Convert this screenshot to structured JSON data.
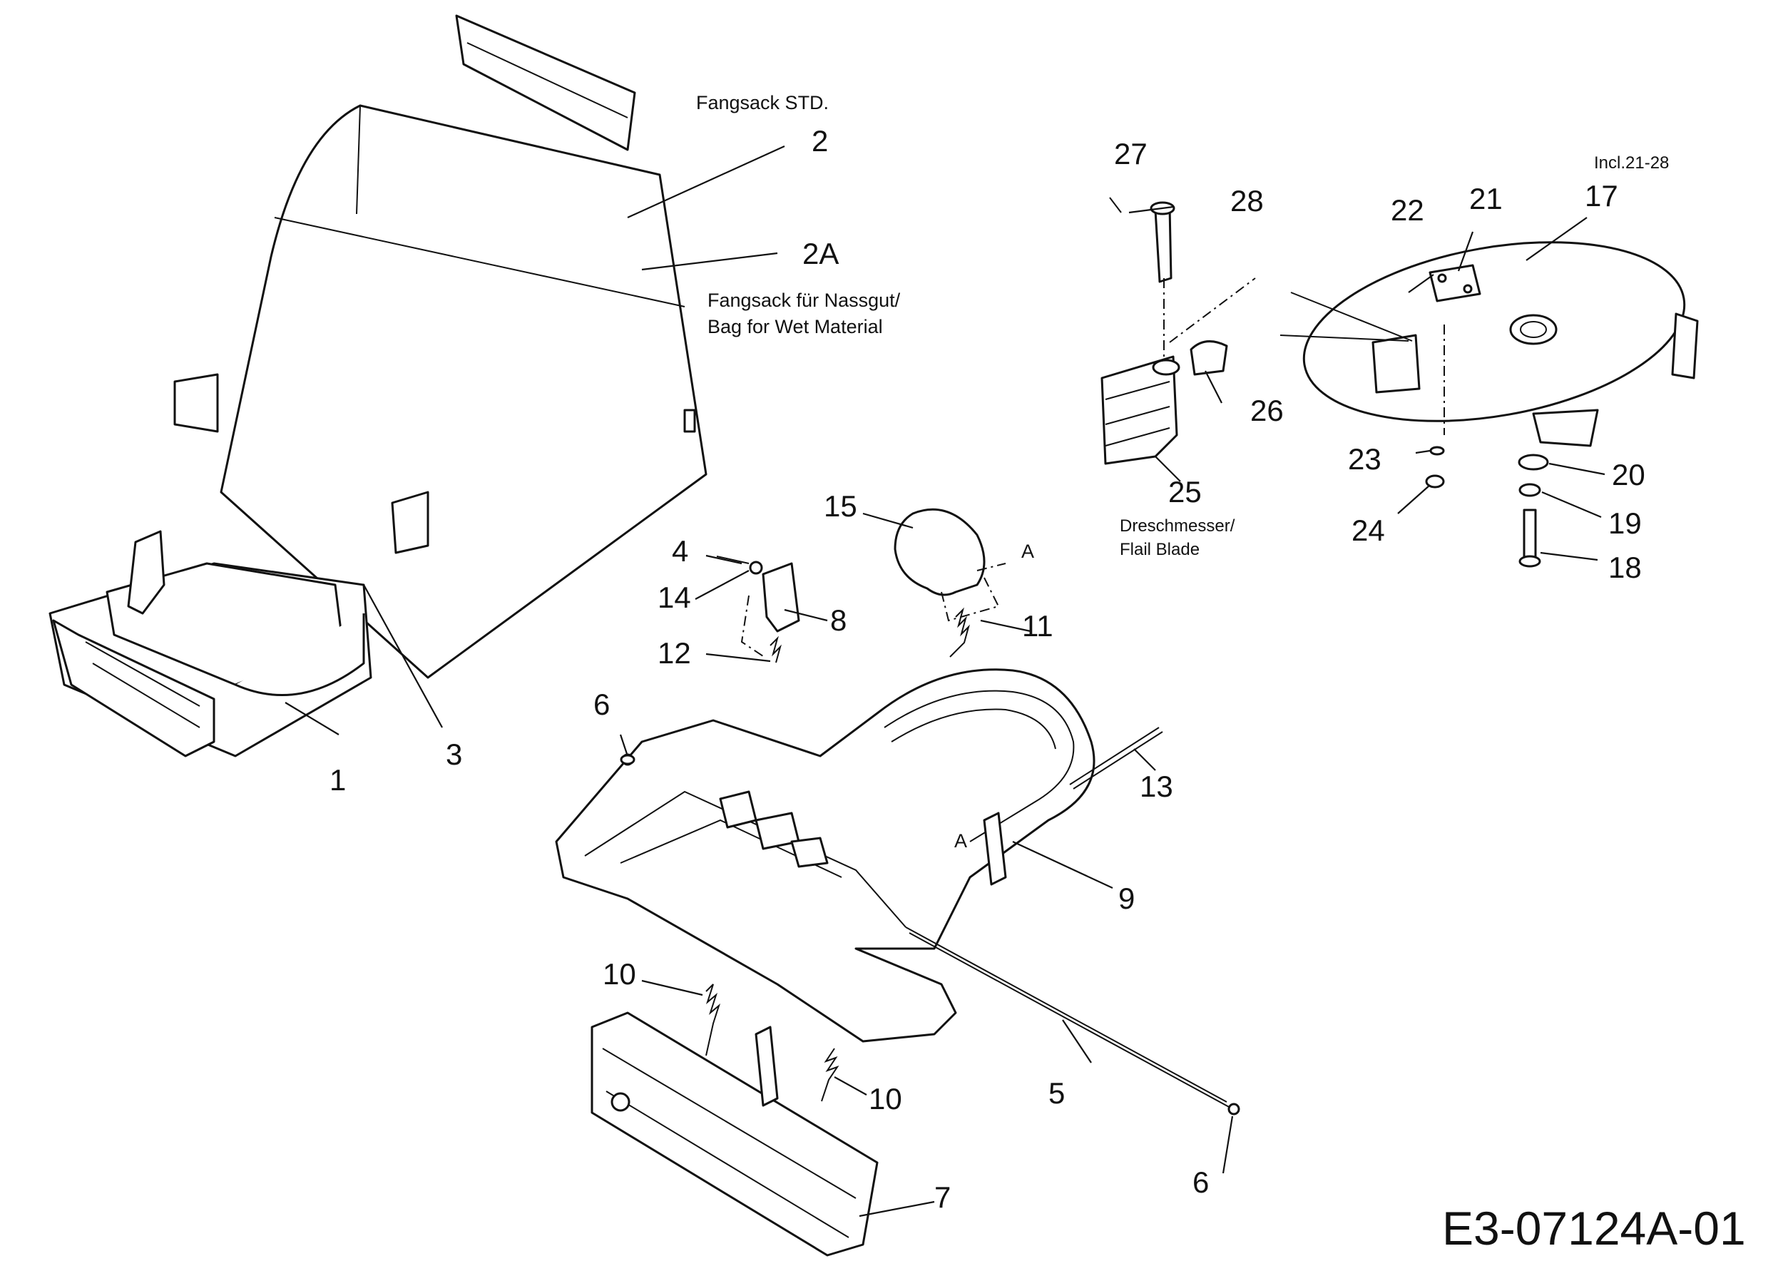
{
  "part_labels": {
    "p1": "1",
    "p2": "2",
    "p2a": "2A",
    "p3": "3",
    "p4": "4",
    "p5": "5",
    "p6a": "6",
    "p6b": "6",
    "p7": "7",
    "p8": "8",
    "p9": "9",
    "p10a": "10",
    "p10b": "10",
    "p11": "11",
    "p12": "12",
    "p13": "13",
    "p14": "14",
    "p15": "15",
    "p17": "17",
    "p18": "18",
    "p19": "19",
    "p20": "20",
    "p21": "21",
    "p22": "22",
    "p23": "23",
    "p24": "24",
    "p25": "25",
    "p26": "26",
    "p27": "27",
    "p28": "28"
  },
  "notes": {
    "bag_std": "Fangsack STD.",
    "bag_wet_line1": "Fangsack für Nassgut/",
    "bag_wet_line2": "Bag for Wet Material",
    "flail_line1": "Dreschmesser/",
    "flail_line2": "Flail Blade",
    "incl": "Incl.21-28",
    "ref_a1": "A",
    "ref_a2": "A"
  },
  "drawing_code": "E3-07124A-01"
}
